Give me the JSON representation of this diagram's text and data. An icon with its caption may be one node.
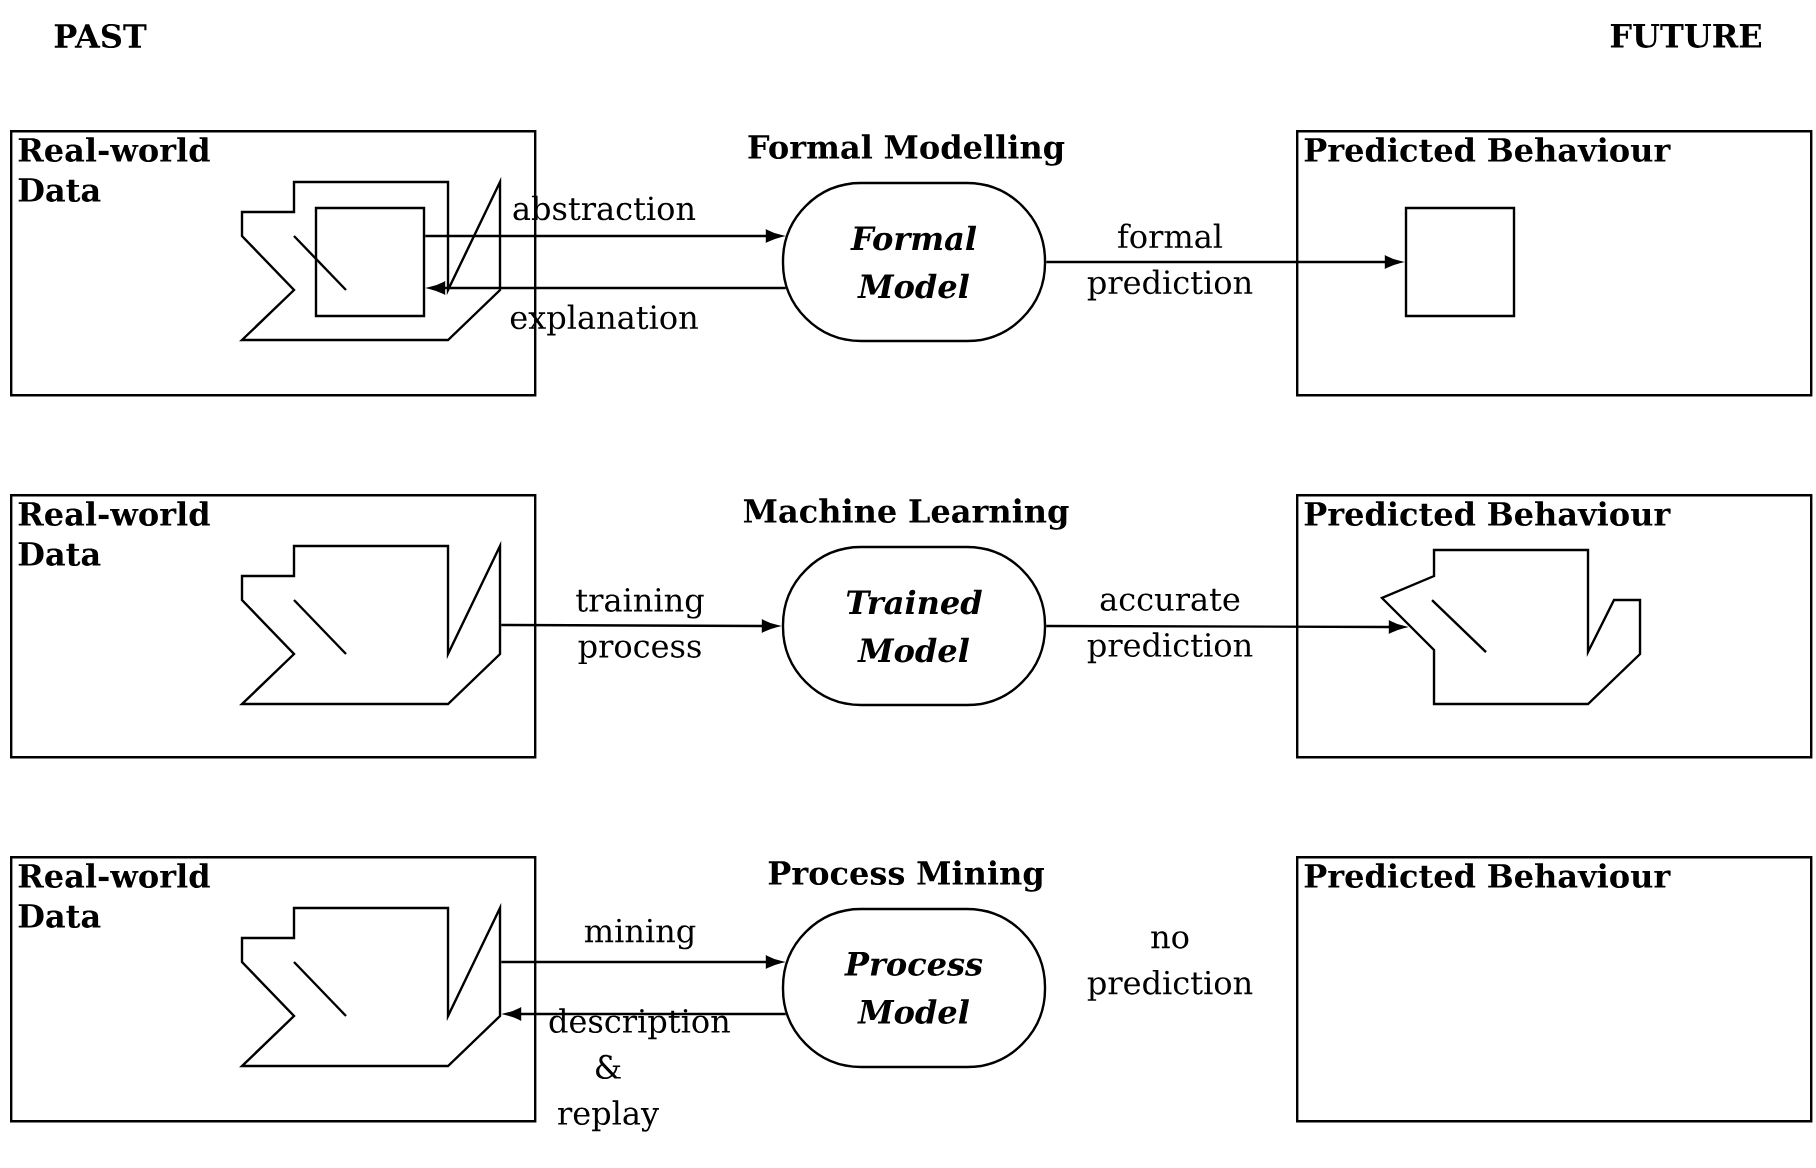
{
  "diagram": {
    "nodes": [
      {
        "text": [
          "Real-world Data"
        ]
      },
      {
        "text": [],
        "shape": "box",
        "in": 0
      },
      {
        "text": [
          "Formal Model"
        ]
      },
      {
        "text": [
          "Predicted Behaviour"
        ]
      },
      {
        "text": [],
        "shape": "box",
        "in": 3
      },
      {
        "text": [
          "Real-world Data"
        ]
      },
      {
        "text": [],
        "shape": "polygon",
        "in": 5
      },
      {
        "text": [
          "Trained Model"
        ]
      },
      {
        "text": [
          "Predicted Behaviour"
        ]
      },
      {
        "text": [],
        "shape": "polygon",
        "in": 8
      },
      {
        "text": [
          "Real-world Data"
        ]
      },
      {
        "text": [],
        "shape": "polygon",
        "in": 10
      },
      {
        "text": [
          "Process Model"
        ]
      },
      {
        "text": [
          "Predicted Behaviour"
        ]
      }
    ],
    "edges": [
      {
        "from": 1,
        "to": 2,
        "arrow": "to",
        "label": "abstraction"
      },
      {
        "from": 2,
        "to": 1,
        "arrow": "to",
        "label": "explanation"
      },
      {
        "from": 2,
        "to": 4,
        "arrow": "to",
        "label": "formal prediction"
      },
      {
        "from": 6,
        "to": 7,
        "arrow": "to",
        "label": "training process"
      },
      {
        "from": 7,
        "to": 9,
        "arrow": "to",
        "label": "accurate prediction"
      },
      {
        "from": 11,
        "to": 12,
        "arrow": "to",
        "label": "mining"
      },
      {
        "from": 12,
        "to": 11,
        "arrow": "to",
        "label": "description & replay"
      }
    ],
    "labels": [
      "PAST",
      "FUTURE",
      "Formal Modelling",
      "Machine Learning",
      "Process Mining",
      "no prediction"
    ]
  }
}
